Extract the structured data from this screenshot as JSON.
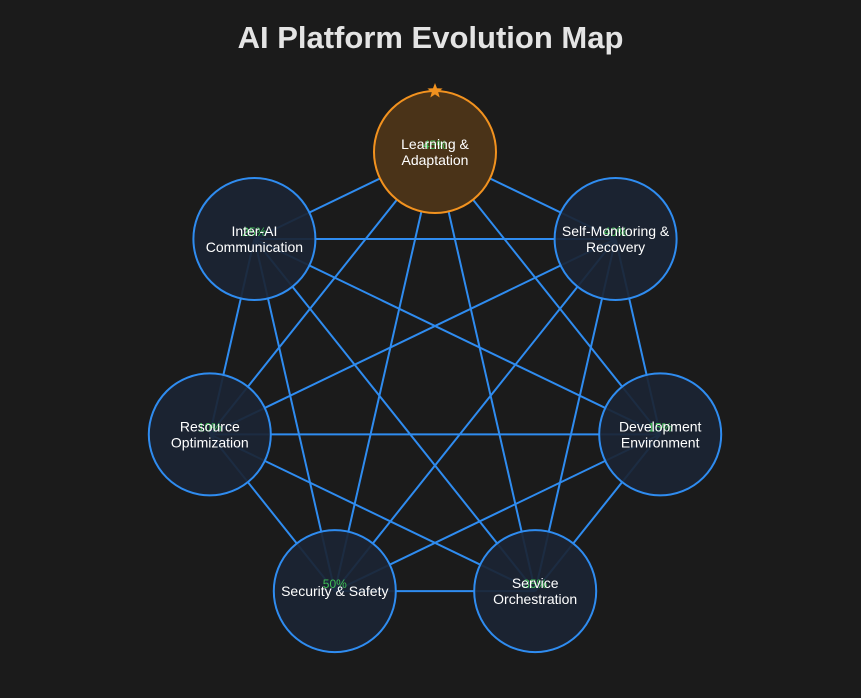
{
  "title": "AI Platform Evolution Map",
  "colors": {
    "background": "#1b1b1b",
    "edge": "#2f8cf0",
    "node_fill": "#1b2433",
    "node_stroke": "#2f8cf0",
    "highlight_fill": "#4a3318",
    "highlight_stroke": "#f2921f",
    "percent_text": "#3fbf55",
    "label_text": "#ffffff"
  },
  "nodes": [
    {
      "id": "learning",
      "lines": [
        "Learning &",
        "Adaptation"
      ],
      "percent": "45%",
      "highlighted": true,
      "star_icon": "star-icon"
    },
    {
      "id": "self-monitoring",
      "lines": [
        "Self-Monitoring &",
        "Recovery"
      ],
      "percent": "40%",
      "highlighted": false
    },
    {
      "id": "development",
      "lines": [
        "Development",
        "Environment"
      ],
      "percent": "15%",
      "highlighted": false
    },
    {
      "id": "service",
      "lines": [
        "Service",
        "Orchestration"
      ],
      "percent": "35%",
      "highlighted": false
    },
    {
      "id": "security",
      "lines": [
        "Security & Safety"
      ],
      "percent": "50%",
      "highlighted": false
    },
    {
      "id": "resource",
      "lines": [
        "Resource",
        "Optimization"
      ],
      "percent": "10%",
      "highlighted": false
    },
    {
      "id": "inter-ai",
      "lines": [
        "Inter-AI",
        "Communication"
      ],
      "percent": "25%",
      "highlighted": false
    }
  ],
  "edges": [
    [
      "learning",
      "self-monitoring"
    ],
    [
      "learning",
      "development"
    ],
    [
      "learning",
      "service"
    ],
    [
      "learning",
      "security"
    ],
    [
      "learning",
      "resource"
    ],
    [
      "learning",
      "inter-ai"
    ],
    [
      "self-monitoring",
      "development"
    ],
    [
      "self-monitoring",
      "service"
    ],
    [
      "self-monitoring",
      "security"
    ],
    [
      "self-monitoring",
      "resource"
    ],
    [
      "self-monitoring",
      "inter-ai"
    ],
    [
      "development",
      "service"
    ],
    [
      "development",
      "security"
    ],
    [
      "development",
      "resource"
    ],
    [
      "development",
      "inter-ai"
    ],
    [
      "service",
      "security"
    ],
    [
      "service",
      "resource"
    ],
    [
      "service",
      "inter-ai"
    ],
    [
      "security",
      "resource"
    ],
    [
      "security",
      "inter-ai"
    ],
    [
      "resource",
      "inter-ai"
    ]
  ]
}
